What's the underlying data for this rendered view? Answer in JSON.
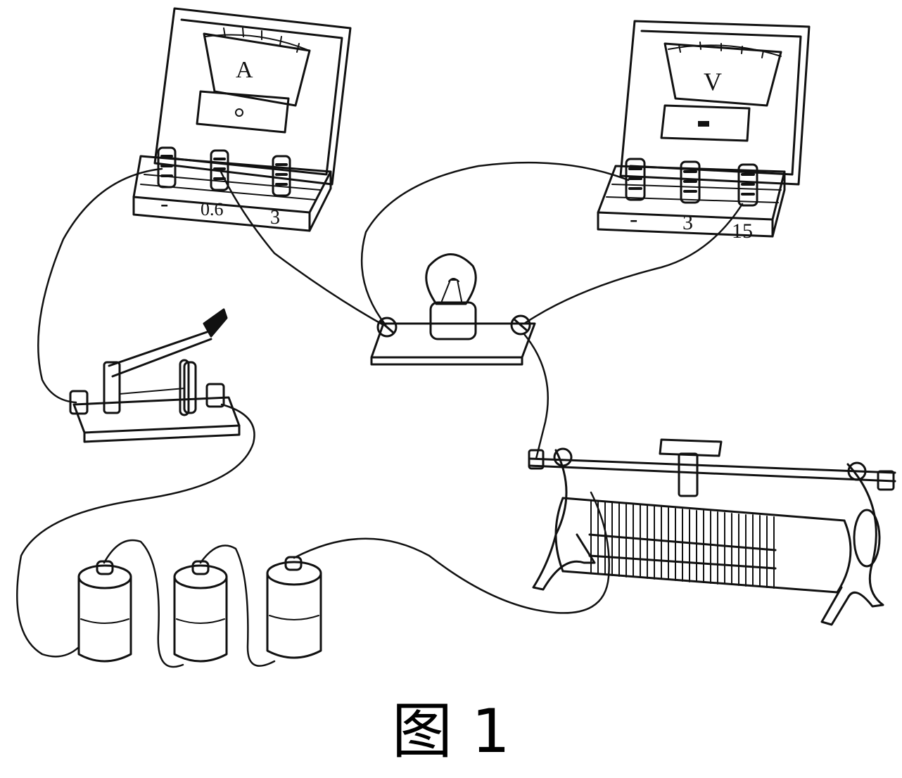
{
  "ammeter": {
    "dial_letter": "A",
    "terminals": [
      "-",
      "0.6",
      "3"
    ]
  },
  "voltmeter": {
    "dial_letter": "V",
    "terminals": [
      "-",
      "3",
      "15"
    ]
  },
  "caption": "图 1",
  "colors": {
    "ink": "#111111",
    "paper": "#ffffff"
  }
}
